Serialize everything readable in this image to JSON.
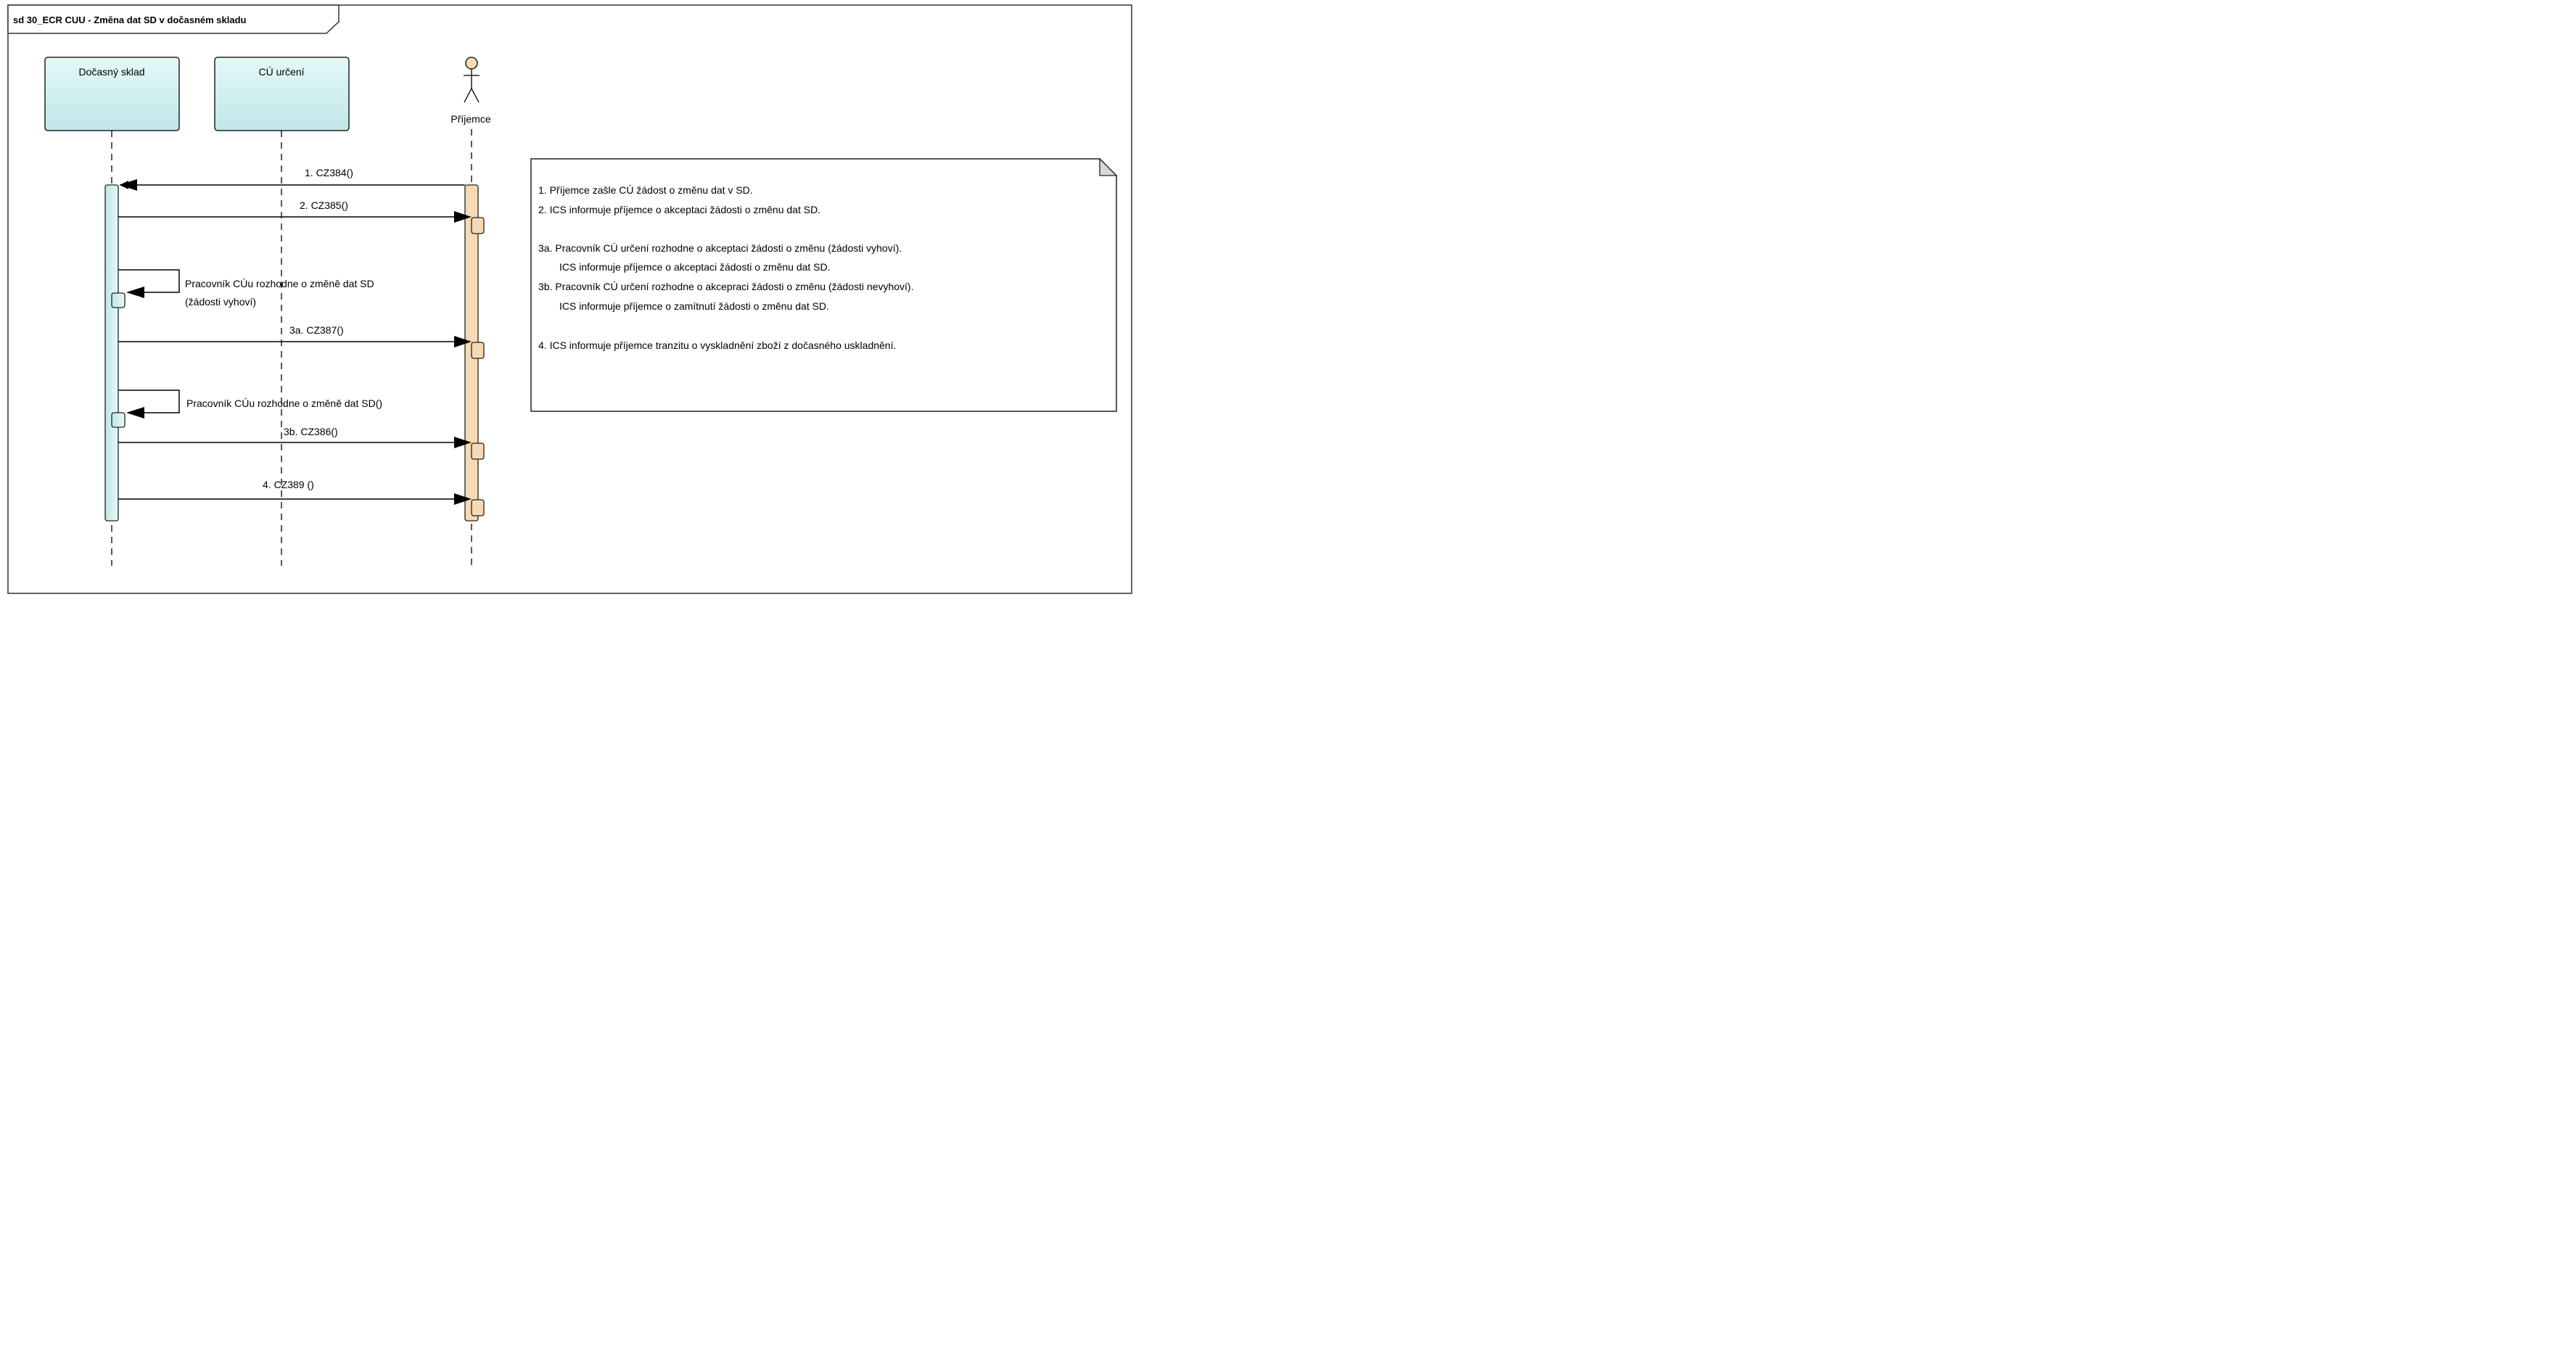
{
  "frame": {
    "title": "sd 30_ECR CUU - Změna dat SD v dočasném skladu"
  },
  "lifelines": {
    "docasny_sklad": "Dočasný sklad",
    "cu_urceni": "CÚ určení",
    "prijemce": "Příjemce"
  },
  "messages": {
    "m1": "1. CZ384()",
    "m2": "2. CZ385()",
    "self1_line1": "Pracovník CÚu rozhodne o změně dat SD",
    "self1_line2": "(žádosti vyhoví)",
    "m3a": "3a. CZ387()",
    "self2": "Pracovník CÚu rozhodne o změně dat SD()",
    "m3b": "3b. CZ386()",
    "m4": "4. CZ389 ()"
  },
  "note": {
    "lines": [
      "1. Příjemce zašle CÚ žádost o změnu dat v SD.",
      "2. ICS  informuje příjemce o akceptaci žádosti o změnu dat SD.",
      "3a. Pracovník CÚ určení rozhodne o akceptaci žádosti o změnu (žádosti vyhoví).",
      "ICS informuje příjemce o akceptaci žádosti o změnu dat SD.",
      "3b. Pracovník CÚ určení rozhodne o akcepraci žádosti o změnu (žádosti nevyhoví).",
      "ICS informuje příjemce o zamítnutí žádosti o změnu dat SD.",
      "4. ICS informuje příjemce tranzitu o vyskladnění zboží z dočasného uskladnění."
    ]
  },
  "colors": {
    "teal_fill": "#cdeeee",
    "teal_fill_light": "#e6f7f7",
    "actor_fill": "#f8dcb8",
    "note_fill": "#ffffff",
    "line": "#000000"
  }
}
